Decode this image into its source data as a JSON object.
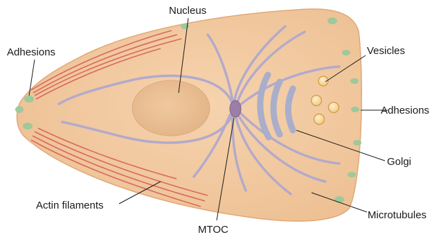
{
  "labels": {
    "nucleus": "Nucleus",
    "adhesions_left": "Adhesions",
    "vesicles": "Vesicles",
    "adhesions_right": "Adhesions",
    "golgi": "Golgi",
    "actin": "Actin filaments",
    "mtoc": "MTOC",
    "microtubules": "Microtubules"
  },
  "colors": {
    "cell_fill": "#f2c9a0",
    "cell_edge": "#e3ad7c",
    "nucleus_fill": "#e9bf93",
    "actin": "#d9685e",
    "microtubule": "#b3aacb",
    "microtubule_dark": "#8c82ad",
    "mtoc": "#9b7fa6",
    "adhesion": "#9ec99a",
    "golgi": "#a9aeca",
    "vesicle_fill": "#f4cf8a",
    "vesicle_edge": "#d19a3f"
  }
}
